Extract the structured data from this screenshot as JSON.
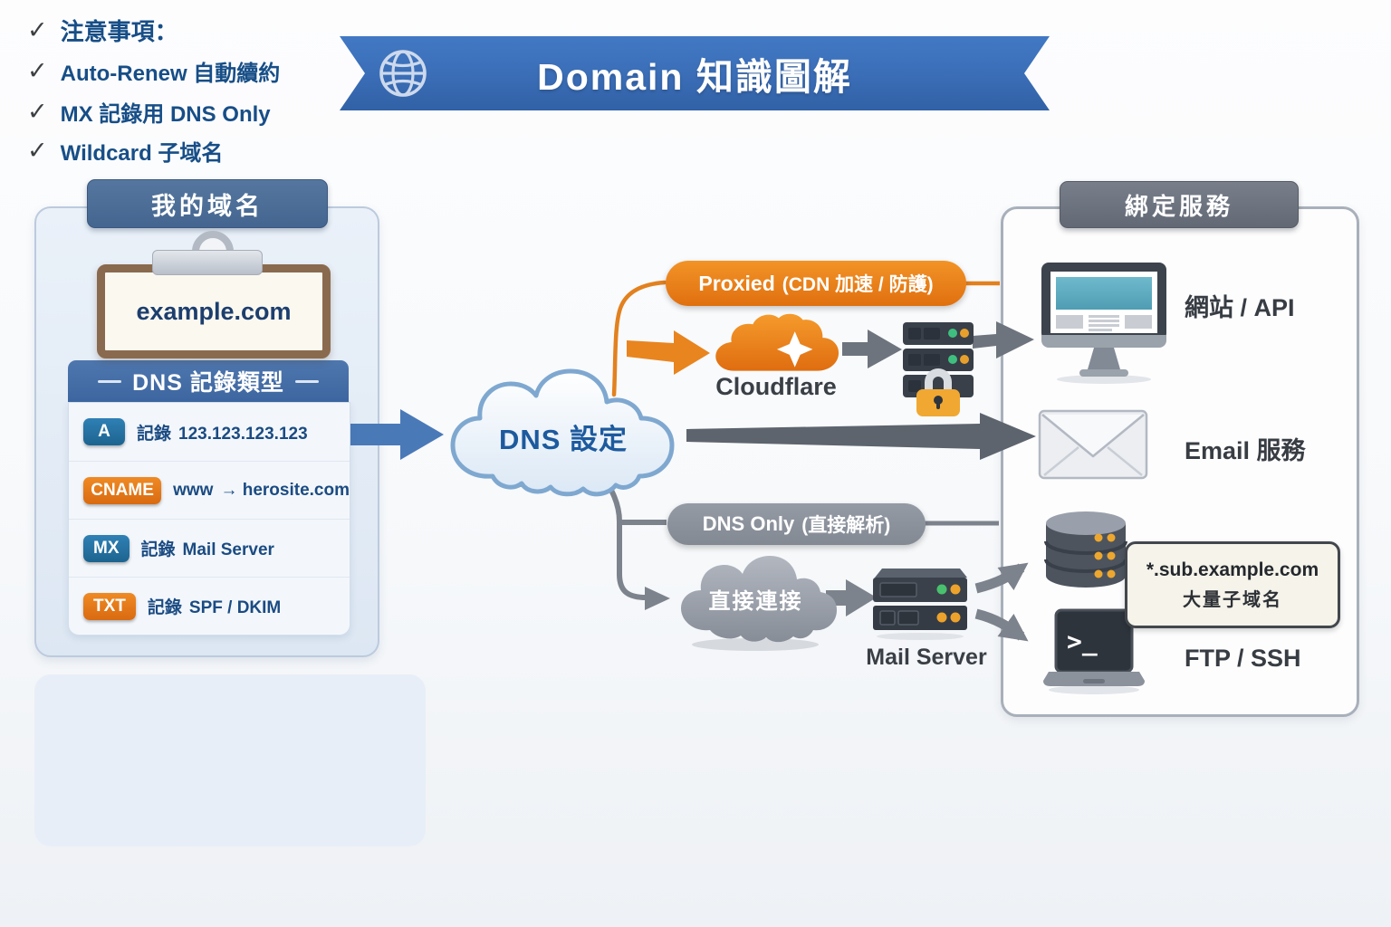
{
  "banner": {
    "title": "Domain 知識圖解"
  },
  "my_domain": {
    "header": "我的域名",
    "domain": "example.com",
    "dns_header": "DNS 記錄類型",
    "records": [
      {
        "badge": "A",
        "label": "記錄",
        "value": "123.123.123.123"
      },
      {
        "badge": "CNAME",
        "label": "www",
        "value": "→ herosite.com"
      },
      {
        "badge": "MX",
        "label": "記錄",
        "value": "Mail Server"
      },
      {
        "badge": "TXT",
        "label": "記錄",
        "value": "SPF / DKIM"
      }
    ]
  },
  "dns_cloud": {
    "label": "DNS 設定"
  },
  "proxied": {
    "name": "Proxied",
    "detail": "(CDN 加速 / 防護)",
    "cloudflare": "Cloudflare"
  },
  "dns_only": {
    "name": "DNS Only",
    "detail": "(直接解析)",
    "cloud_label": "直接連接",
    "mail_server": "Mail Server"
  },
  "services": {
    "header": "綁定服務",
    "website": "網站 / API",
    "email": "Email 服務",
    "wildcard_domain": "*.sub.example.com",
    "wildcard_caption": "大量子域名",
    "ftp": "FTP / SSH",
    "terminal_prompt": ">_"
  },
  "notes": {
    "check": "✓",
    "items": [
      "注意事項：",
      "Auto-Renew 自動續約",
      "MX 記錄用 DNS Only",
      "Wildcard 子域名"
    ]
  },
  "colors": {
    "banner_blue": "#3a6db6",
    "badge_blue": "#2374a8",
    "badge_orange": "#e5791d",
    "proxied_orange": "#e8821e",
    "connector_gray": "#7d838c",
    "navy_text": "#17477e",
    "dark_label": "#3a3f46"
  }
}
